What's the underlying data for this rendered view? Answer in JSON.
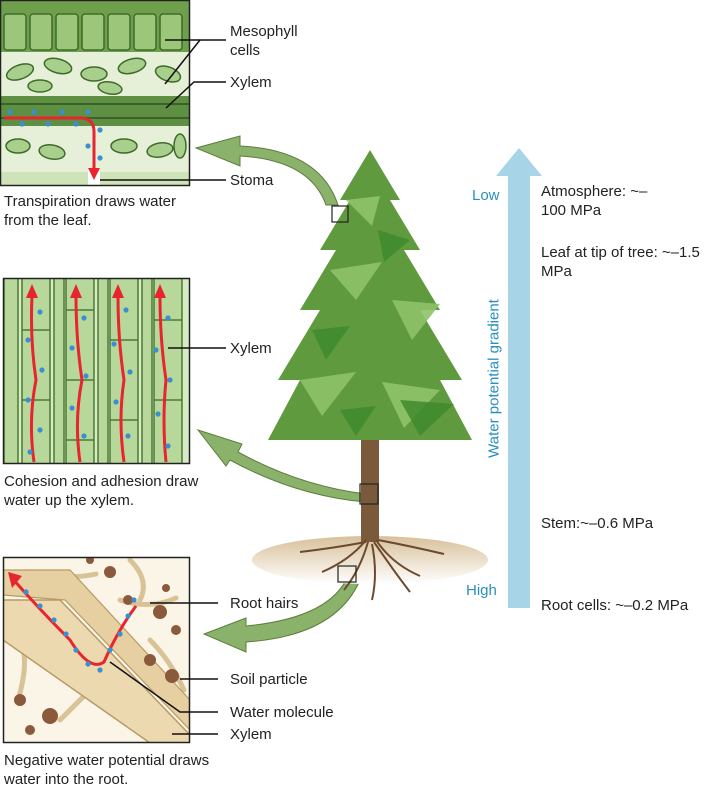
{
  "panels": {
    "leaf": {
      "labels": {
        "mesophyll": "Mesophyll cells",
        "xylem": "Xylem",
        "stoma": "Stoma"
      },
      "caption": "Transpiration draws water from the leaf."
    },
    "stem": {
      "labels": {
        "xylem": "Xylem"
      },
      "caption": "Cohesion and adhesion draw water up the xylem."
    },
    "root": {
      "labels": {
        "root_hairs": "Root hairs",
        "soil_particle": "Soil particle",
        "water_molecule": "Water molecule",
        "xylem": "Xylem"
      },
      "caption": "Negative water potential draws water into the root."
    }
  },
  "gradient": {
    "axis_label": "Water potential gradient",
    "low_label": "Low",
    "high_label": "High",
    "color": "#a8d4e8",
    "text_color": "#2a8fbf"
  },
  "potentials": {
    "atmosphere": "Atmosphere: ~–100 MPa",
    "leaf_tip": "Leaf at tip of tree: ~–1.5 MPa",
    "stem": "Stem:~–0.6 MPa",
    "root_cells": "Root cells: ~–0.2 MPa"
  },
  "colors": {
    "leaf_green": "#7bac58",
    "arrow_green": "#8bb26a",
    "water_red": "#e8252e",
    "water_dot": "#3b8fd0",
    "root_tan": "#ecd9b0",
    "soil_brown": "#8b5a3c"
  }
}
